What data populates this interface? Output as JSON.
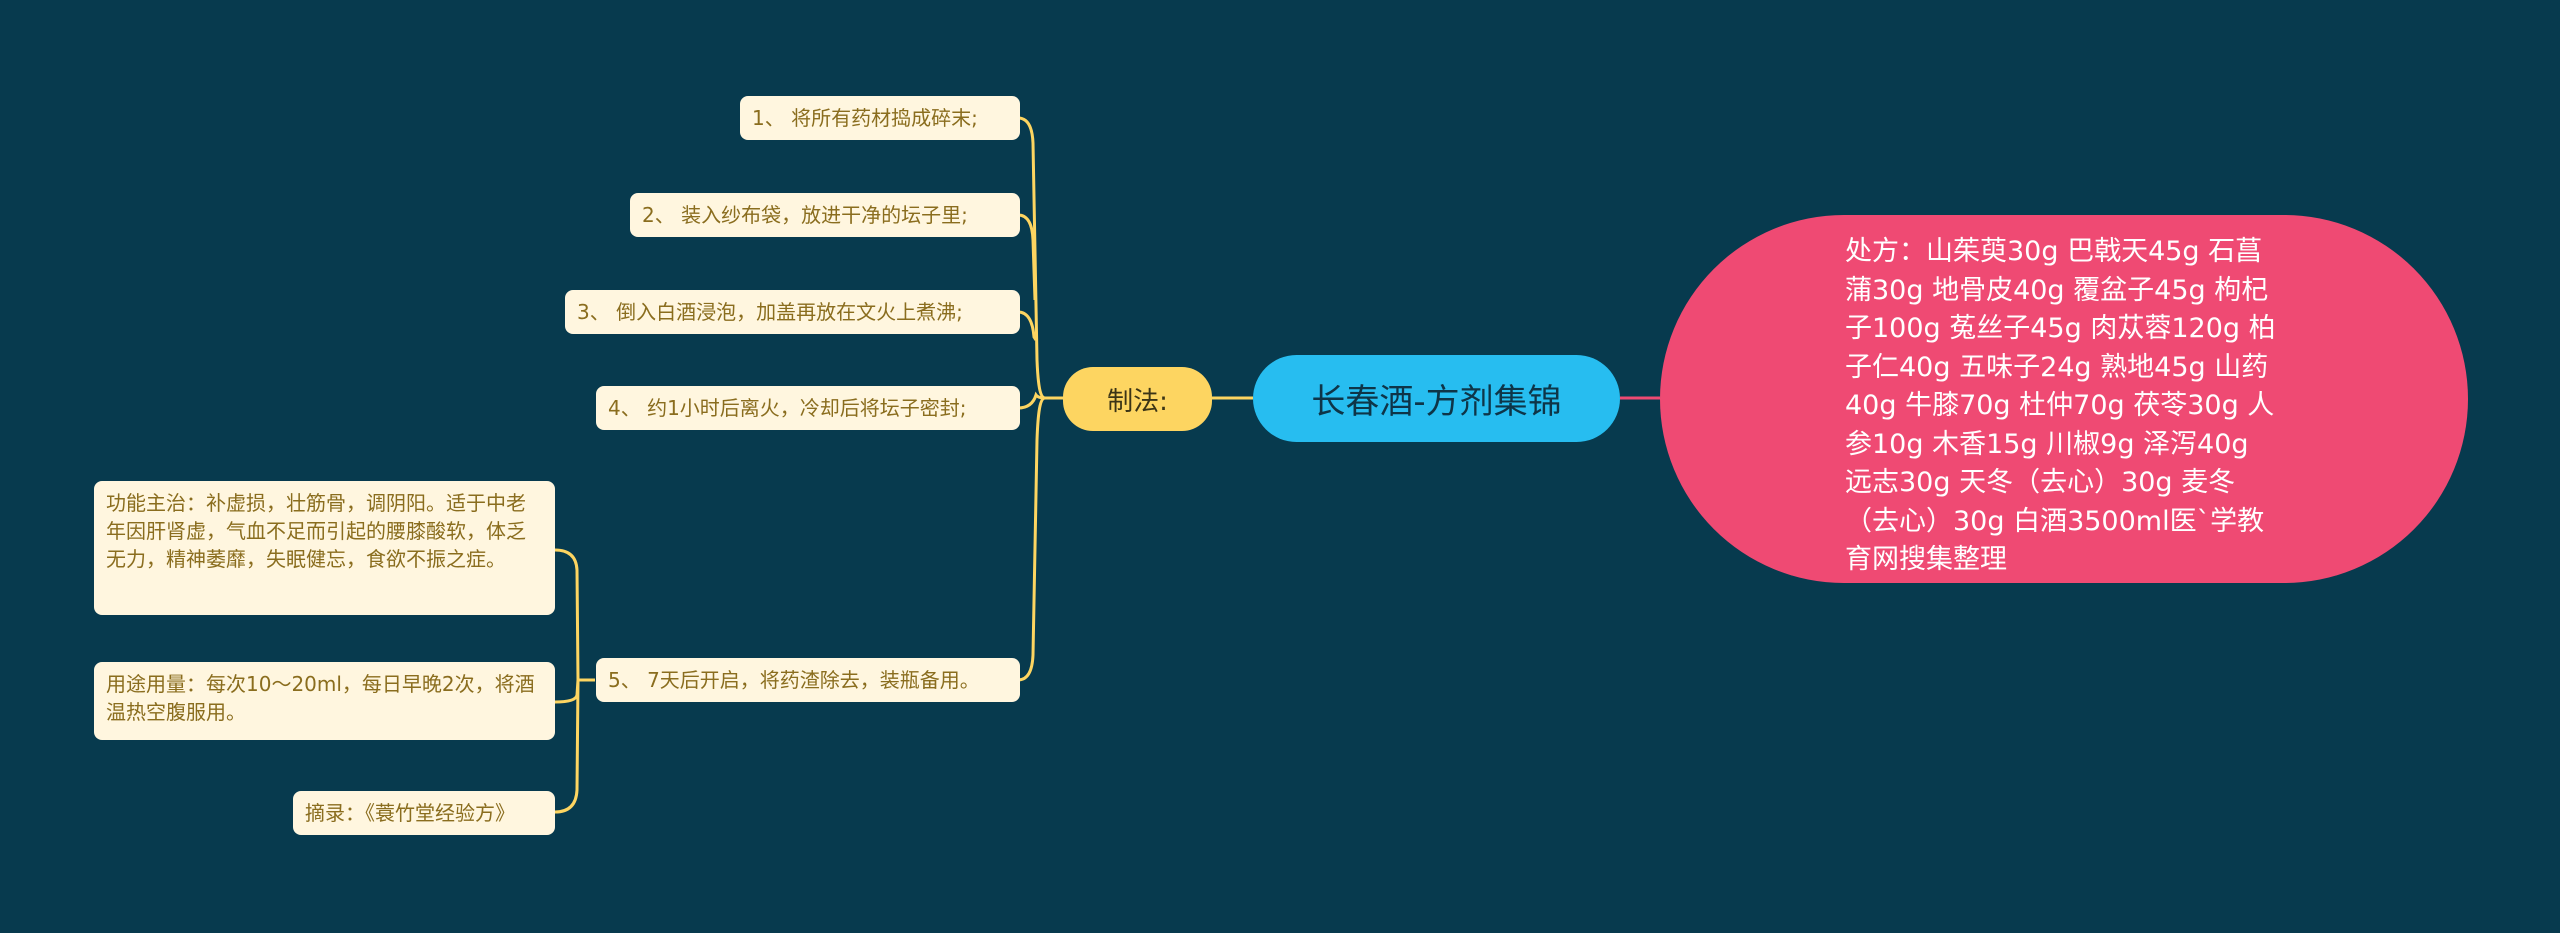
{
  "root": {
    "title": "长春酒-方剂集锦"
  },
  "method": {
    "label": "制法:"
  },
  "steps": [
    "1、 将所有药材捣成碎末;",
    "2、 装入纱布袋，放进干净的坛子里;",
    "3、 倒入白酒浸泡，加盖再放在文火上煮沸;",
    "4、 约1小时后离火，冷却后将坛子密封;",
    "5、 7天后开启，将药渣除去，装瓶备用。"
  ],
  "step5_details": [
    "功能主治：补虚损，壮筋骨，调阴阳。适于中老年因肝肾虚，气血不足而引起的腰膝酸软，体乏无力，精神萎靡，失眠健忘，食欲不振之症。",
    "用途用量：每次10～20ml，每日早晚2次，将酒温热空腹服用。",
    "摘录：《蓑竹堂经验方》"
  ],
  "prescription": "处方：山茱萸30g 巴戟天45g 石菖蒲30g 地骨皮40g 覆盆子45g 枸杞子100g 菟丝子45g 肉苁蓉120g 柏子仁40g 五味子24g 熟地45g 山药40g 牛膝70g 杜仲70g 茯苓30g 人参10g 木香15g 川椒9g 泽泻40g 远志30g 天冬（去心）30g 麦冬（去心）30g 白酒3500ml医`学教育网搜集整理",
  "colors": {
    "background": "#073a4e",
    "root": "#27bdf0",
    "method": "#fdd561",
    "leaf": "#fff6df",
    "prescription": "#ef4a73",
    "branch_line": "#fdd561",
    "prescription_line": "#ef4a73"
  }
}
